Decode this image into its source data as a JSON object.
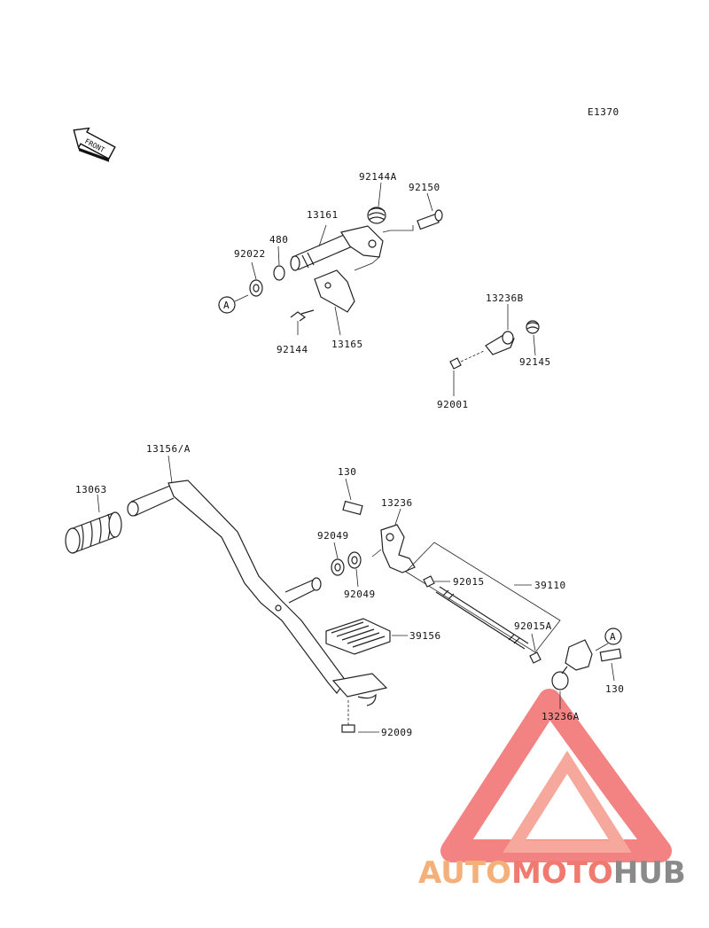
{
  "diagram": {
    "code": "E1370",
    "front_label": "FRONT",
    "ref_marker": "A",
    "labels": {
      "p92144A": "92144A",
      "p92150": "92150",
      "p13161": "13161",
      "p480": "480",
      "p92022": "92022",
      "p92144": "92144",
      "p13165": "13165",
      "p13236B": "13236B",
      "p92145": "92145",
      "p92001": "92001",
      "p13156A": "13156/A",
      "p13063": "13063",
      "p130a": "130",
      "p13236": "13236",
      "p92049a": "92049",
      "p92049b": "92049",
      "p92015": "92015",
      "p39110": "39110",
      "p92015A": "92015A",
      "p39156": "39156",
      "p130b": "130",
      "p13236A": "13236A",
      "p92009": "92009"
    }
  },
  "watermark": {
    "part1": "AUTO",
    "part2": "MOTO",
    "part3": "HUB",
    "color1": "#f5b07a",
    "color2": "#f07a70",
    "color3": "#8a8a8a"
  }
}
